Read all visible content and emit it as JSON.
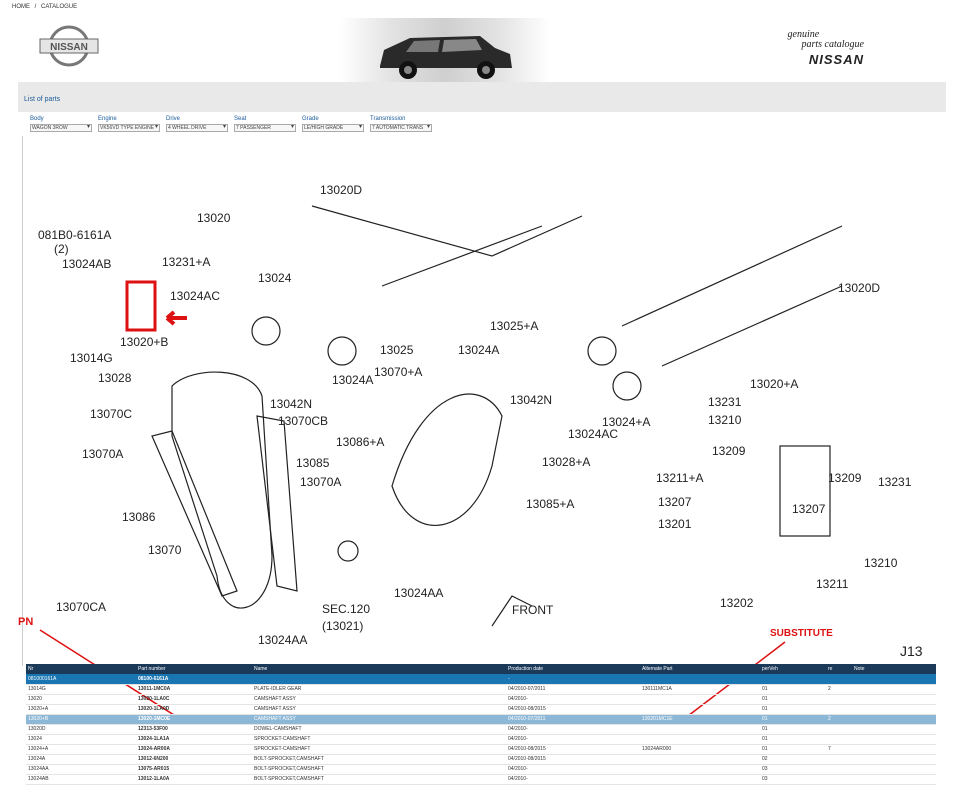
{
  "breadcrumb": [
    "HOME",
    "/",
    "CATALOGUE"
  ],
  "header": {
    "tagline_1": "genuine",
    "tagline_2": "parts catalogue",
    "brand": "NISSAN",
    "logo_text": "NISSAN"
  },
  "list_link": "List of parts",
  "filters": [
    {
      "label": "Body",
      "value": "WAGON 3ROW"
    },
    {
      "label": "Engine",
      "value": "VK56VD TYPE ENGINE"
    },
    {
      "label": "Drive",
      "value": "4 WHEEL DRIVE"
    },
    {
      "label": "Seat",
      "value": "7 PASSENGER"
    },
    {
      "label": "Grade",
      "value": "LE/HIGH GRADE"
    },
    {
      "label": "Transmission",
      "value": "7 AUTOMATIC TRANS"
    }
  ],
  "diagram": {
    "id": "J13",
    "labels": [
      "13020D",
      "13020",
      "13024",
      "081B0-6161A",
      "(2)",
      "13024AB",
      "13231+A",
      "13024AC",
      "13020+B",
      "13014G",
      "13028",
      "13070C",
      "13070A",
      "13086",
      "13070",
      "13070CA",
      "13024AA",
      "SEC.120",
      "(13021)",
      "FRONT",
      "13042N",
      "13070CB",
      "13085",
      "13070A",
      "13024A",
      "13070+A",
      "13025",
      "13086+A",
      "13025+A",
      "13024A",
      "13042N",
      "13024AC",
      "13028+A",
      "13085+A",
      "13024AA",
      "13020D",
      "13020+A",
      "13231",
      "13024+A",
      "13210",
      "13209",
      "13211+A",
      "13207",
      "13201",
      "13202",
      "13209",
      "13231",
      "13207",
      "13210",
      "13211"
    ]
  },
  "callouts": {
    "pn": "PN",
    "substitute": "SUBSTITUTE"
  },
  "colors": {
    "header_bg": "#1b3a5a",
    "group_row": "#1a76b3",
    "selected_row": "#8db7d6",
    "callout": "#dd1111"
  },
  "table": {
    "headers": [
      "Nr",
      "Part number",
      "Name",
      "Production date",
      "Alternate Part",
      "perVeh",
      "re",
      "Note"
    ],
    "rows": [
      {
        "type": "grp",
        "cells": [
          "081000161A",
          "08100-6161A",
          "",
          "-",
          "",
          "",
          "",
          ""
        ]
      },
      {
        "type": "row",
        "cells": [
          "13014G",
          "13011-1MC0A",
          "PLATE-IDLER GEAR",
          "04/2010-07/2011",
          "130111MC1A",
          "01",
          "2",
          ""
        ]
      },
      {
        "type": "row",
        "cells": [
          "13020",
          "13020-1LA0C",
          "CAMSHAFT ASSY",
          "04/2010-",
          "",
          "01",
          "",
          ""
        ]
      },
      {
        "type": "row",
        "cells": [
          "13020+A",
          "13020-1LA0D",
          "CAMSHAFT ASSY",
          "04/2010-08/2015",
          "",
          "01",
          "",
          ""
        ]
      },
      {
        "type": "sel",
        "cells": [
          "13020+B",
          "13020-1MC0E",
          "CAMSHAFT ASSY",
          "04/2010-07/2011",
          "130201MC1E",
          "01",
          "2",
          ""
        ]
      },
      {
        "type": "row",
        "cells": [
          "13020D",
          "12313-53F00",
          "DOWEL-CAMSHAFT",
          "04/2010-",
          "",
          "01",
          "",
          ""
        ]
      },
      {
        "type": "row",
        "cells": [
          "13024",
          "13024-1LA1A",
          "SPROCKET-CAMSHAFT",
          "04/2010-",
          "",
          "01",
          "",
          ""
        ]
      },
      {
        "type": "row",
        "cells": [
          "13024+A",
          "13024-AR00A",
          "SPROCKET-CAMSHAFT",
          "04/2010-08/2015",
          "13024AR000",
          "01",
          "7",
          ""
        ]
      },
      {
        "type": "row",
        "cells": [
          "13024A",
          "13012-6N200",
          "BOLT-SPROCKET,CAMSHAFT",
          "04/2010-08/2015",
          "",
          "02",
          "",
          ""
        ]
      },
      {
        "type": "row",
        "cells": [
          "13024AA",
          "13075-AR015",
          "BOLT-SPROCKET,CAMSHAFT",
          "04/2010-",
          "",
          "03",
          "",
          ""
        ]
      },
      {
        "type": "row",
        "cells": [
          "13024AB",
          "13012-1LA0A",
          "BOLT-SPROCKET,CAMSHAFT",
          "04/2010-",
          "",
          "03",
          "",
          ""
        ]
      }
    ]
  }
}
